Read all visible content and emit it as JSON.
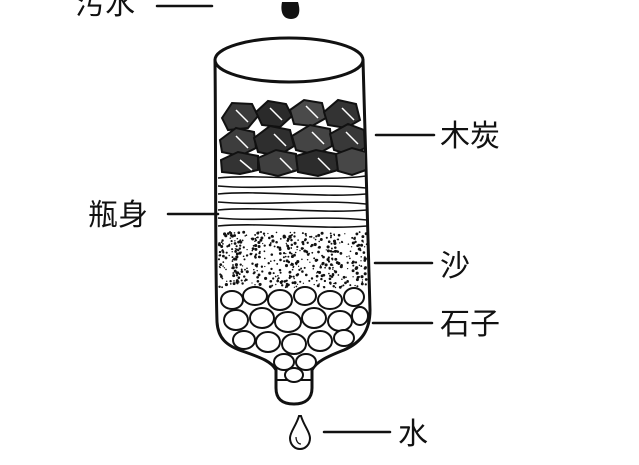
{
  "diagram": {
    "labels": {
      "dirty_water": "污水",
      "charcoal": "木炭",
      "bottle_body": "瓶身",
      "sand": "沙",
      "gravel": "石子",
      "clean_water": "水"
    }
  },
  "colors": {
    "ink": "#111111",
    "paper": "#ffffff",
    "charcoal_fill": "#3a3a3a",
    "pebble_fill": "#ffffff"
  }
}
